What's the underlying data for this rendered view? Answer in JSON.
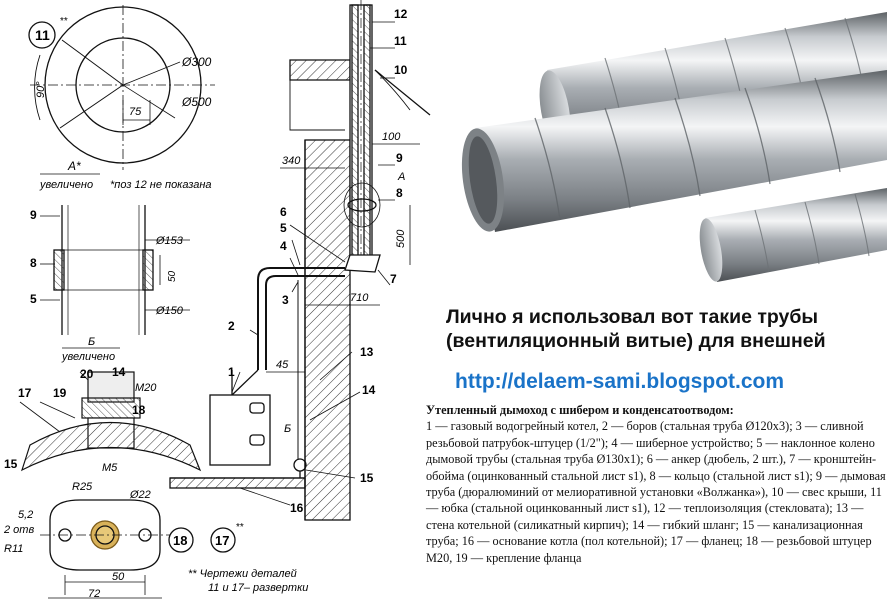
{
  "caption": {
    "line1": "Лично я использовал вот такие трубы",
    "line2": "(вентиляционный витые) для внешней"
  },
  "site_url": "http://delaem-sami.blogspot.com",
  "legend": {
    "title": "Утепленный дымоход с шибером и конденсатоотводом:",
    "body": "1 — газовый водогрейный котел, 2 — боров (стальная труба Ø120x3); 3 — сливной резьбовой патрубок-штуцер (1/2\"); 4 — шиберное устройство; 5 — наклонное колено дымовой трубы (стальная труба Ø130x1); 6 — анкер (дюбель, 2 шт.), 7 — кронштейн-обойма (оцинкованный стальной лист s1), 8 — кольцо (стальной лист s1); 9 — дымовая труба (дюралюминий от мелиоративной установки «Волжанка»), 10 — свес крыши, 11 — юбка (стальной оцинкованный лист s1), 12 — теплоизоляция (стекловата); 13 — стена котельной (силикатный кирпич); 14 — гибкий шланг; 15 — канализационная труба; 16 — основание котла (пол котельной); 17 — фланец; 18 — резьбовой штуцер M20, 19 — крепление фланца"
  },
  "drawing": {
    "detail11_marker": "11",
    "detail11_star": "**",
    "d300": "Ø300",
    "d500": "Ø500",
    "dim75": "75",
    "angle90": "90°",
    "viewA_label": "А*",
    "viewA_sub": "увеличено",
    "pos12_note": "*поз 12 не показана",
    "d153": "Ø153",
    "d150": "Ø150",
    "dim50": "50",
    "viewB_label": "Б",
    "viewB_sub": "увеличено",
    "m20": "M20",
    "m5": "M5",
    "r25": "R25",
    "d22": "Ø22",
    "dim52": "5,2",
    "holes2": "2 отв",
    "r11": "R11",
    "dim72": "72",
    "dim50b": "50",
    "marker18": "18",
    "marker17": "17",
    "marker17_star": "**",
    "footnote1": "** Чертежи деталей",
    "footnote2": "11 и 17– развертки",
    "dim340": "340",
    "dim100": "100",
    "dim500": "500",
    "dim710": "710",
    "dim45": "45",
    "letterA": "А",
    "letterB": "Б",
    "positions": [
      "1",
      "2",
      "3",
      "4",
      "5",
      "6",
      "7",
      "8",
      "9",
      "10",
      "11",
      "12",
      "13",
      "14",
      "15",
      "16",
      "17",
      "18",
      "19",
      "20"
    ]
  }
}
